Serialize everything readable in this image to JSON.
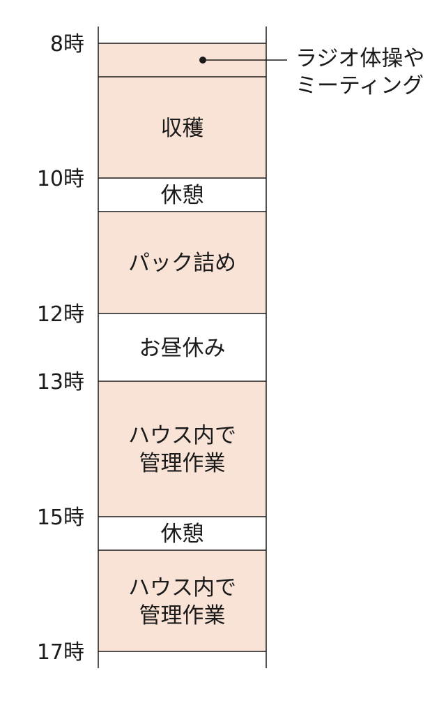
{
  "colors": {
    "work_fill": "#f9e3d6",
    "break_fill": "#ffffff",
    "line": "#1a1a1a"
  },
  "hour_labels": [
    "8時",
    "10時",
    "12時",
    "13時",
    "15時",
    "17時"
  ],
  "blocks": [
    {
      "kind": "work",
      "lines": []
    },
    {
      "kind": "work",
      "lines": [
        "収穫"
      ]
    },
    {
      "kind": "break",
      "lines": [
        "休憩"
      ]
    },
    {
      "kind": "work",
      "lines": [
        "パック詰め"
      ]
    },
    {
      "kind": "break",
      "lines": [
        "お昼休み"
      ]
    },
    {
      "kind": "work",
      "lines": [
        "ハウス内で",
        "管理作業"
      ]
    },
    {
      "kind": "break",
      "lines": [
        "休憩"
      ]
    },
    {
      "kind": "work",
      "lines": [
        "ハウス内で",
        "管理作業"
      ]
    }
  ],
  "callout": {
    "lines": [
      "ラジオ体操や",
      "ミーティング"
    ]
  }
}
